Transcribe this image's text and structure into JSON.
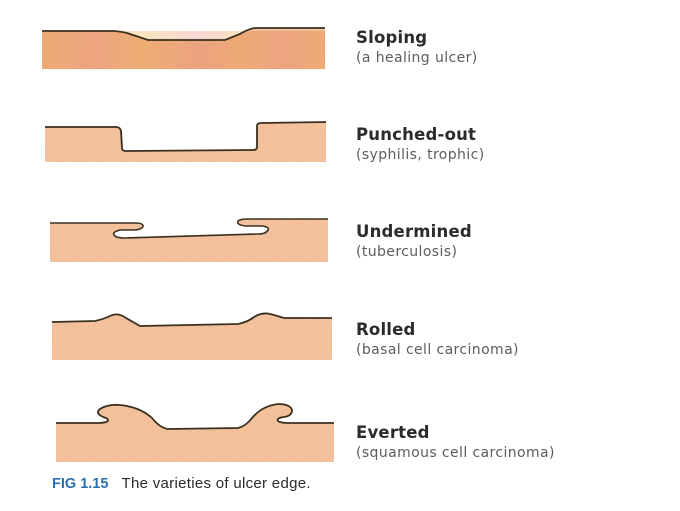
{
  "figure": {
    "caption_number": "FIG 1.15",
    "caption_text": "The varieties of ulcer edge.",
    "colors": {
      "tissue_orange": "#f4c98a",
      "tissue_pink": "#f2b9b0",
      "hatch": "#e8a870",
      "outline": "#3a3020",
      "caption_blue": "#2a6fb0"
    },
    "items": [
      {
        "title": "Sloping",
        "subtitle": "(a healing ulcer)"
      },
      {
        "title": "Punched-out",
        "subtitle": "(syphilis, trophic)"
      },
      {
        "title": "Undermined",
        "subtitle": "(tuberculosis)"
      },
      {
        "title": "Rolled",
        "subtitle": "(basal cell carcinoma)"
      },
      {
        "title": "Everted",
        "subtitle": "(squamous cell carcinoma)"
      }
    ]
  }
}
